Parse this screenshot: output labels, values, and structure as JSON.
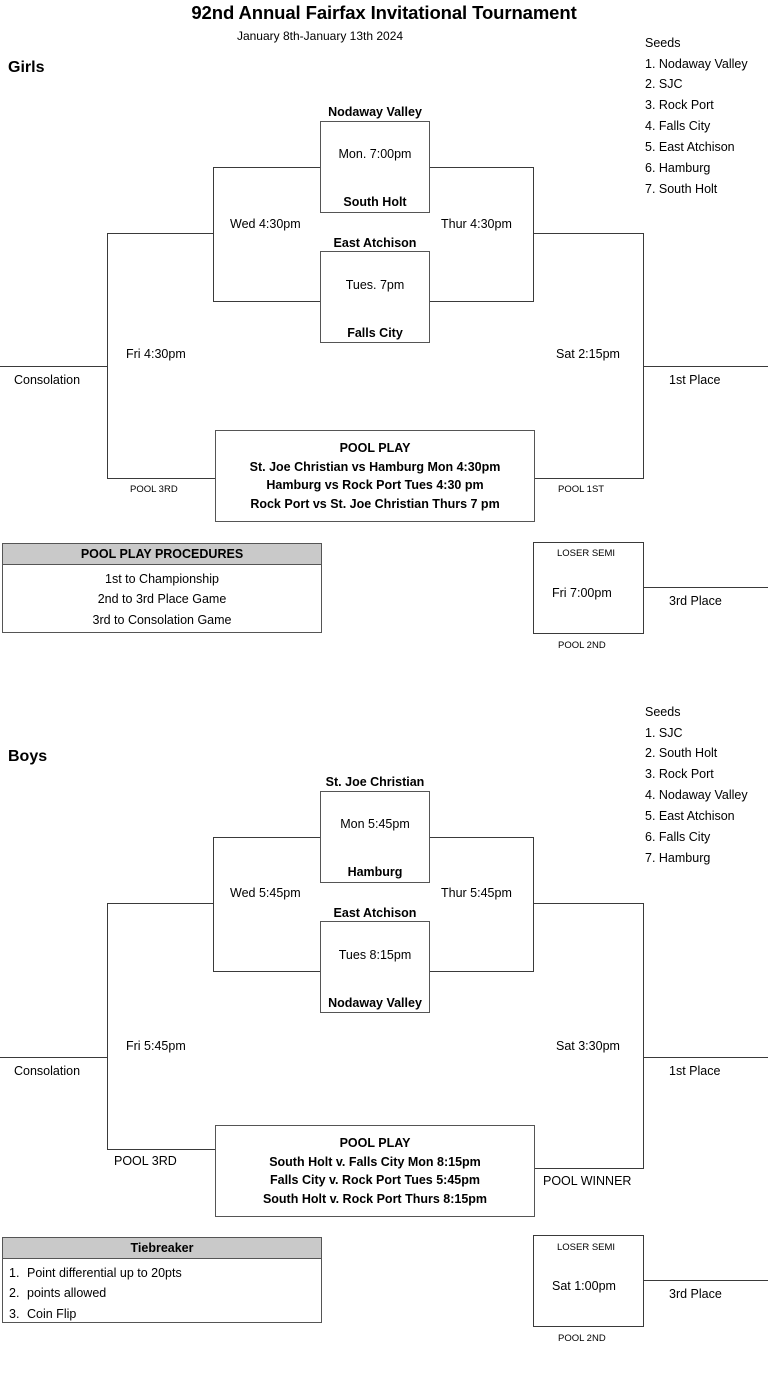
{
  "header": {
    "title": "92nd Annual Fairfax Invitational Tournament",
    "subtitle": "January 8th-January 13th 2024"
  },
  "girls": {
    "division_label": "Girls",
    "seeds_heading": "Seeds",
    "seeds": [
      "1. Nodaway Valley",
      "2. SJC",
      "3. Rock Port",
      "4. Falls City",
      "5. East Atchison",
      "6. Hamburg",
      "7. South Holt"
    ],
    "match_top": {
      "team_top": "Nodaway Valley",
      "time": "Mon. 7:00pm",
      "team_bottom": "South Holt"
    },
    "match_bottom": {
      "team_top": "East Atchison",
      "time": "Tues. 7pm",
      "team_bottom": "Falls City"
    },
    "semi_left_time": "Wed 4:30pm",
    "semi_right_time": "Thur 4:30pm",
    "consolation_time": "Fri 4:30pm",
    "consolation_label": "Consolation",
    "championship_time": "Sat 2:15pm",
    "first_place_label": "1st Place",
    "pool_3rd_label": "POOL 3RD",
    "pool_1st_label": "POOL 1ST",
    "pool_play": {
      "title": "POOL PLAY",
      "games": [
        "St. Joe Christian vs Hamburg  Mon 4:30pm",
        "Hamburg vs Rock Port Tues 4:30 pm",
        "Rock Port vs St. Joe Christian  Thurs 7 pm"
      ]
    },
    "third_place": {
      "loser_semi_label": "LOSER SEMI",
      "time": "Fri 7:00pm",
      "pool_2nd_label": "POOL 2ND",
      "third_place_label": "3rd Place"
    },
    "procedures": {
      "title": "POOL PLAY PROCEDURES",
      "rows": [
        "1st to Championship",
        "2nd to 3rd Place Game",
        "3rd to Consolation Game"
      ]
    }
  },
  "boys": {
    "division_label": "Boys",
    "seeds_heading": "Seeds",
    "seeds": [
      "1. SJC",
      "2. South Holt",
      "3. Rock Port",
      "4. Nodaway Valley",
      "5. East Atchison",
      "6. Falls City",
      "7. Hamburg"
    ],
    "match_top": {
      "team_top": "St. Joe Christian",
      "time": "Mon 5:45pm",
      "team_bottom": "Hamburg"
    },
    "match_bottom": {
      "team_top": "East Atchison",
      "time": "Tues 8:15pm",
      "team_bottom": "Nodaway Valley"
    },
    "semi_left_time": "Wed 5:45pm",
    "semi_right_time": "Thur 5:45pm",
    "consolation_time": "Fri 5:45pm",
    "consolation_label": "Consolation",
    "championship_time": "Sat 3:30pm",
    "first_place_label": "1st Place",
    "pool_3rd_label": "POOL 3RD",
    "pool_winner_label": "POOL WINNER",
    "pool_play": {
      "title": "POOL PLAY",
      "games": [
        "South Holt v. Falls City  Mon 8:15pm",
        "Falls City v. Rock Port Tues 5:45pm",
        "South Holt v. Rock Port Thurs 8:15pm"
      ]
    },
    "third_place": {
      "loser_semi_label": "LOSER SEMI",
      "time": "Sat 1:00pm",
      "pool_2nd_label": "POOL 2ND",
      "third_place_label": "3rd Place"
    },
    "tiebreaker": {
      "title": "Tiebreaker",
      "rows": [
        {
          "num": "1.",
          "text": "Point differential up to 20pts"
        },
        {
          "num": "2.",
          "text": "points allowed"
        },
        {
          "num": "3.",
          "text": "Coin Flip"
        }
      ]
    }
  },
  "colors": {
    "line": "#3a3a3a",
    "box_border": "#555555",
    "header_fill": "#c9c9c9",
    "text": "#000000"
  }
}
